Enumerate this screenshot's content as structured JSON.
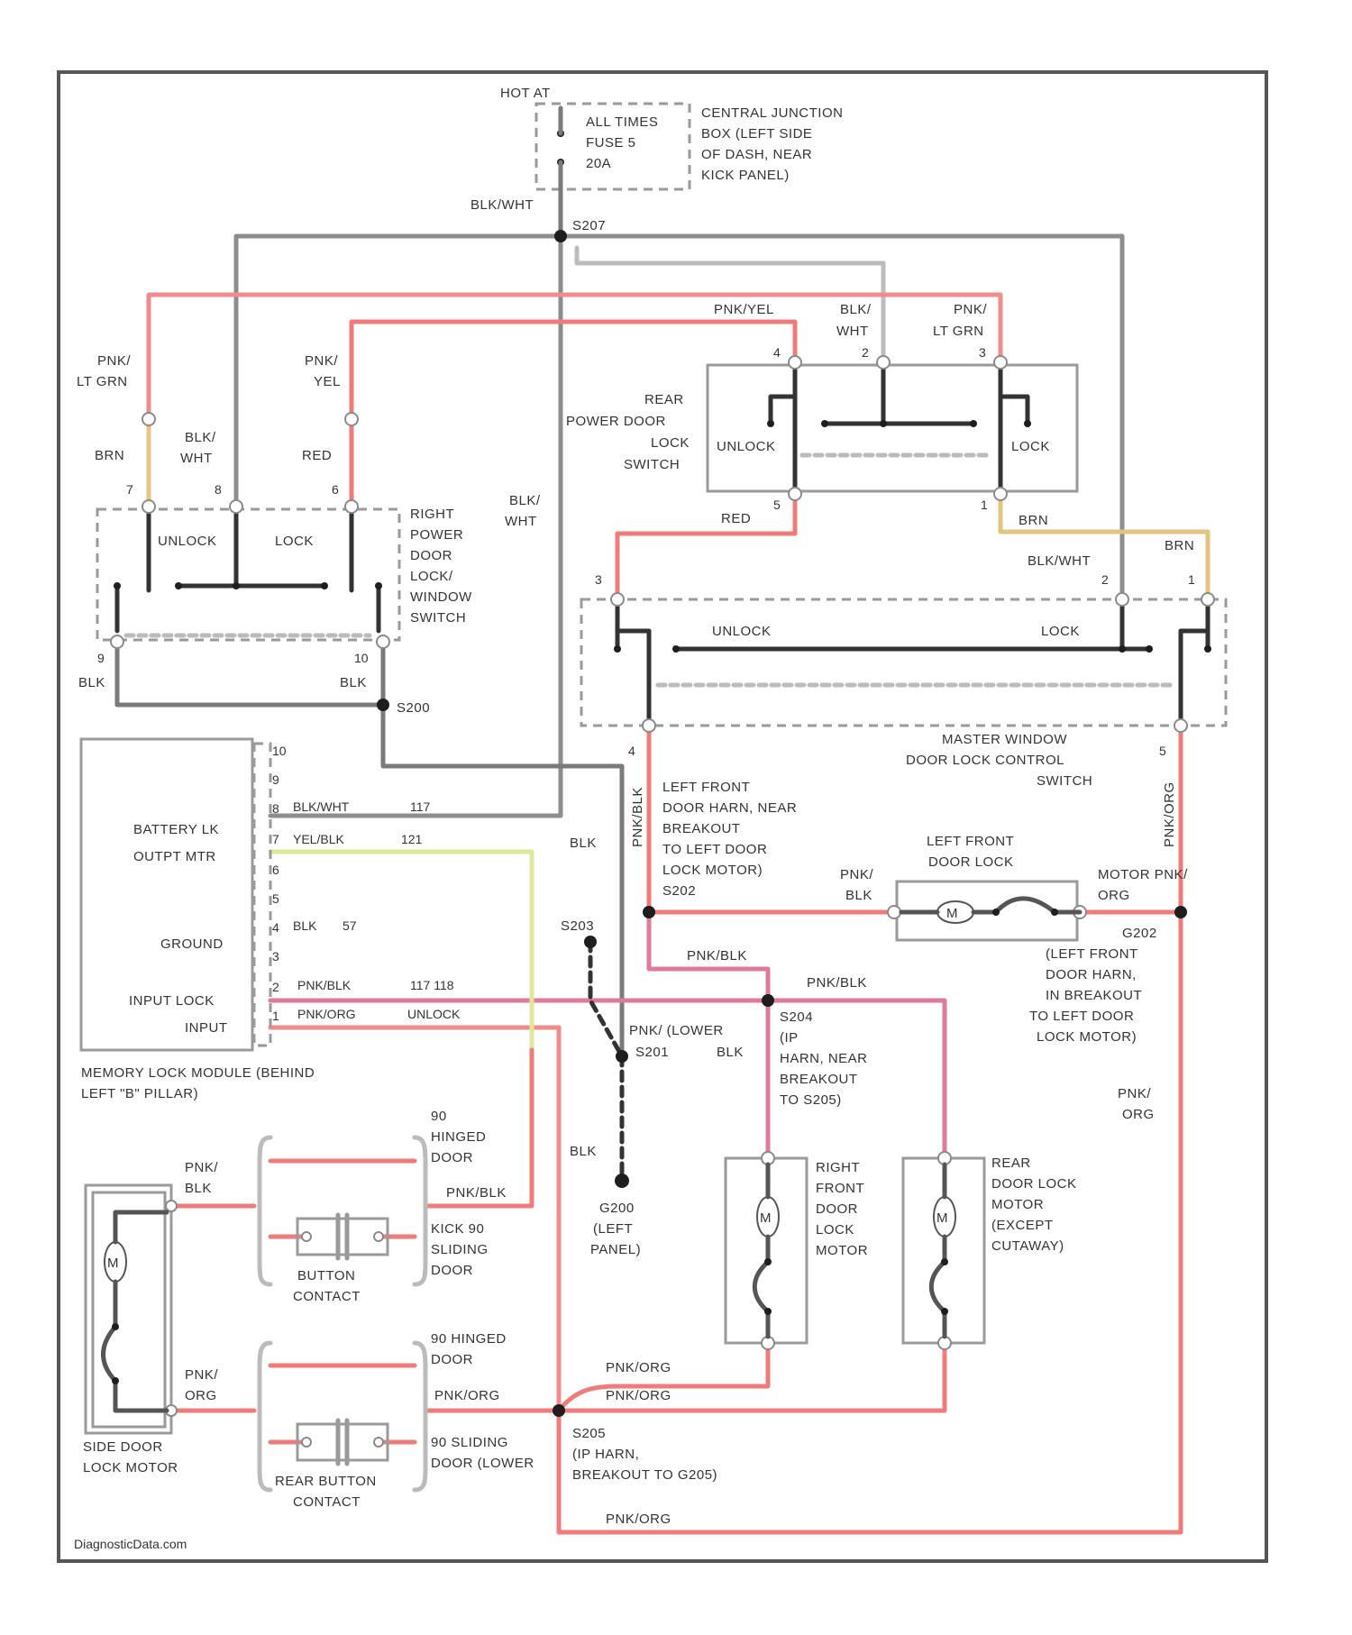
{
  "watermark": "DiagnosticData.com",
  "fuse": {
    "hot_at": "HOT AT",
    "lines": [
      "ALL TIMES",
      "FUSE 5",
      "20A"
    ],
    "junction": [
      "CENTRAL JUNCTION",
      "BOX (LEFT SIDE",
      "OF DASH, NEAR",
      "KICK PANEL)"
    ]
  },
  "splices": {
    "s207": "S207",
    "s200": "S200",
    "s203": "S203",
    "s201": "S201",
    "g202_top": "G202",
    "g202_lines": [
      "(LEFT FRONT",
      "DOOR HARN,",
      "IN BREAKOUT",
      "TO LEFT DOOR",
      "LOCK MOTOR)"
    ],
    "s204_lines": [
      "S204",
      "(IP",
      "HARN, NEAR",
      "BREAKOUT",
      "TO S205)"
    ],
    "s205_lines": [
      "S205",
      "(IP HARN,",
      "BREAKOUT TO G205)"
    ],
    "g200_lines": [
      "G200",
      "(LEFT",
      "PANEL)"
    ],
    "lower_lines": [
      "PNK/ (LOWER",
      "S201"
    ]
  },
  "components": {
    "rear_switch": [
      "REAR",
      "POWER DOOR",
      "LOCK",
      "SWITCH"
    ],
    "right_switch": [
      "RIGHT",
      "POWER",
      "DOOR",
      "LOCK/",
      "WINDOW",
      "SWITCH"
    ],
    "master_switch": [
      "MASTER WINDOW",
      "DOOR LOCK CONTROL",
      "SWITCH"
    ],
    "left_front_lock": [
      "LEFT FRONT",
      "DOOR LOCK"
    ],
    "right_front_motor": [
      "RIGHT",
      "FRONT",
      "DOOR",
      "LOCK",
      "MOTOR"
    ],
    "rear_motor": [
      "REAR",
      "DOOR LOCK",
      "MOTOR",
      "(EXCEPT",
      "CUTAWAY)"
    ],
    "memory_module": [
      "MEMORY LOCK MODULE (BEHIND",
      "LEFT \"B\" PILLAR)"
    ],
    "side_motor": [
      "SIDE DOOR",
      "LOCK MOTOR"
    ],
    "button_contact": [
      "BUTTON",
      "CONTACT"
    ],
    "rear_button_contact": [
      "REAR BUTTON",
      "CONTACT"
    ],
    "hinged_door": [
      "90",
      "HINGED",
      "DOOR"
    ],
    "kick_sliding": [
      "KICK 90",
      "SLIDING",
      "DOOR"
    ],
    "hinged_door_2": [
      "90 HINGED",
      "DOOR"
    ],
    "sliding_lower": [
      "90 SLIDING",
      "DOOR (LOWER"
    ],
    "left_front_harn": [
      "LEFT FRONT",
      "DOOR HARN, NEAR",
      "BREAKOUT",
      "TO LEFT DOOR",
      "LOCK MOTOR)",
      "S202"
    ],
    "motor_label": "M"
  },
  "switch_labels": {
    "unlock": "UNLOCK",
    "lock": "LOCK"
  },
  "module_pins": {
    "battery": "BATTERY LK",
    "output": "OUTPT MTR",
    "ground": "GROUND",
    "input_lock": "INPUT LOCK",
    "input": "INPUT",
    "numbers": [
      "10",
      "9",
      "8",
      "7",
      "6",
      "5",
      "4",
      "3",
      "2",
      "1"
    ],
    "circuits": [
      {
        "wire": "BLK/WHT",
        "num": "117"
      },
      {
        "wire": "YEL/BLK",
        "num": "121"
      },
      {
        "wire": "BLK",
        "num": "57"
      },
      {
        "wire": "PNK/BLK",
        "num": "117 118"
      },
      {
        "wire": "PNK/ORG",
        "num": "UNLOCK"
      }
    ]
  },
  "wires": {
    "blk_wht": "BLK/WHT",
    "pnk_yel": "PNK/YEL",
    "blk_wht_2": [
      "BLK/",
      "WHT"
    ],
    "pnk_lt_grn": [
      "PNK/",
      "LT GRN"
    ],
    "pnk_lt_grn_left": [
      "PNK/",
      "LT GRN"
    ],
    "pnk_yel_left": [
      "PNK/",
      "YEL"
    ],
    "brn": "BRN",
    "blk_wht_left": [
      "BLK/",
      "WHT"
    ],
    "red": "RED",
    "blk": "BLK",
    "blk_wht_mid": [
      "BLK/",
      "WHT"
    ],
    "pnk_blk": "PNK/BLK",
    "pnk_blk_2": [
      "PNK/",
      "BLK"
    ],
    "pnk_org": "PNK/ORG",
    "pnk_org_2": [
      "PNK/",
      "ORG"
    ],
    "motor_pnk_org": [
      "MOTOR PNK/",
      "ORG"
    ],
    "pnk_org_right": [
      "PNK/",
      "ORG"
    ],
    "pnk_blk_vert": "PNK/BLK",
    "pnk_org_vert": "PNK/ORG"
  },
  "pins": {
    "p4": "4",
    "p2": "2",
    "p3": "3",
    "p5": "5",
    "p1": "1",
    "p7": "7",
    "p6": "6",
    "p8": "8",
    "p9": "9",
    "p10": "10"
  }
}
